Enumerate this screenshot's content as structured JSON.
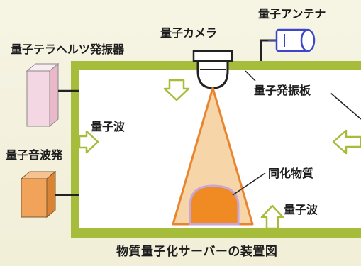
{
  "diagram": {
    "caption": "物質量子化サーバーの装置図",
    "labels": {
      "quantum_antenna": "量子アンテナ",
      "quantum_camera": "量子カメラ",
      "terahertz_oscillator": "量子テラヘルツ発振器",
      "oscillator_plate": "量子発振板",
      "quantum_wave_left": "量子波",
      "sound_wave_oscillator": "量子音波発",
      "homogenized_matter": "同化物質",
      "quantum_wave_bottom": "量子波"
    },
    "colors": {
      "frame_green": "#a6bd3b",
      "frame_green_dark": "#8fa52e",
      "chamber_white": "#ffffff",
      "cone_fill": "#f6d6a8",
      "cone_outline": "#e8832e",
      "matter_fill": "#f08a23",
      "matter_outline": "#c9a6d8",
      "antenna_blue": "#3c46c8",
      "box_pink": "#f3d7e2",
      "box_orange": "#f2a35a"
    },
    "icons": {
      "camera": "camera-icon",
      "antenna": "antenna-icon",
      "arrow": "arrow-icon"
    }
  }
}
